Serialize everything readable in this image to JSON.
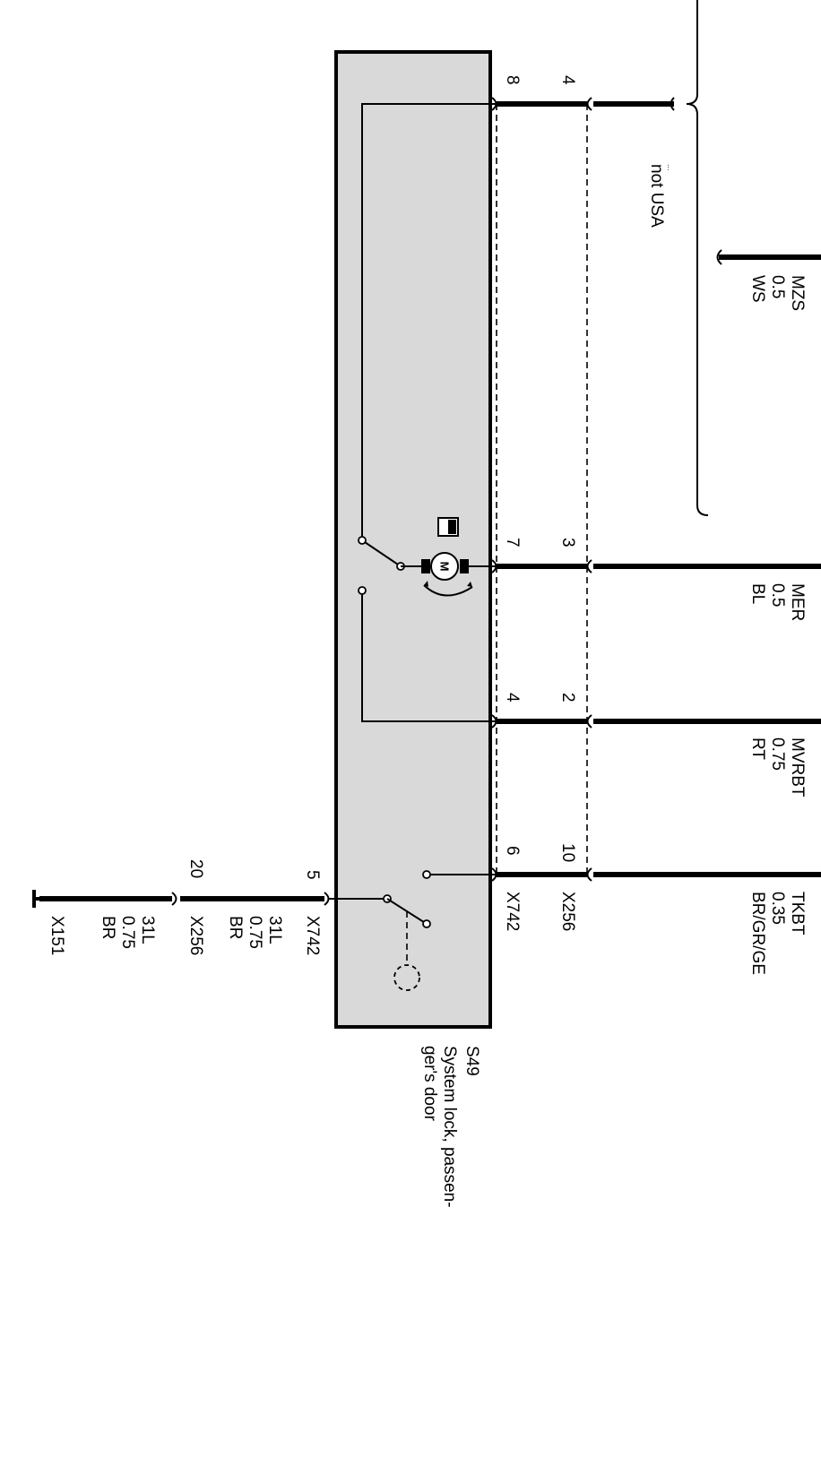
{
  "component": {
    "id": "S49",
    "name_lines": [
      "System  lock,  passen-",
      "ger's door"
    ]
  },
  "connectors": {
    "inner": "X742",
    "outer": "X256",
    "ground_outer": "X256",
    "ground_inner": "X742",
    "ground_point": "X151"
  },
  "pins": {
    "x742": [
      "8",
      "7",
      "4",
      "6"
    ],
    "x256": [
      "4",
      "3",
      "2",
      "10"
    ],
    "ground_x742": "5",
    "ground_x256": "20"
  },
  "wires": [
    {
      "name": "MZS",
      "size": "0.5",
      "color": "WS"
    },
    {
      "name": "MER",
      "size": "0.5",
      "color": "BL"
    },
    {
      "name": "MVRBT",
      "size": "0.75",
      "color": "RT"
    },
    {
      "name": "TKBT",
      "size": "0.35",
      "color": "BR/GR/GE"
    }
  ],
  "ground_wires": [
    {
      "name": "31L",
      "size": "0.75",
      "color": "BR"
    },
    {
      "name": "31L",
      "size": "0.75",
      "color": "BR"
    }
  ],
  "notes": {
    "variant": "not USA",
    "variant_mark": "..."
  },
  "symbols": {
    "motor": "M",
    "motor_icon": "motor-icon",
    "actuator_icon": "actuator-block-icon",
    "switch_icon": "switch-icon",
    "ground_icon": "ground-icon"
  }
}
